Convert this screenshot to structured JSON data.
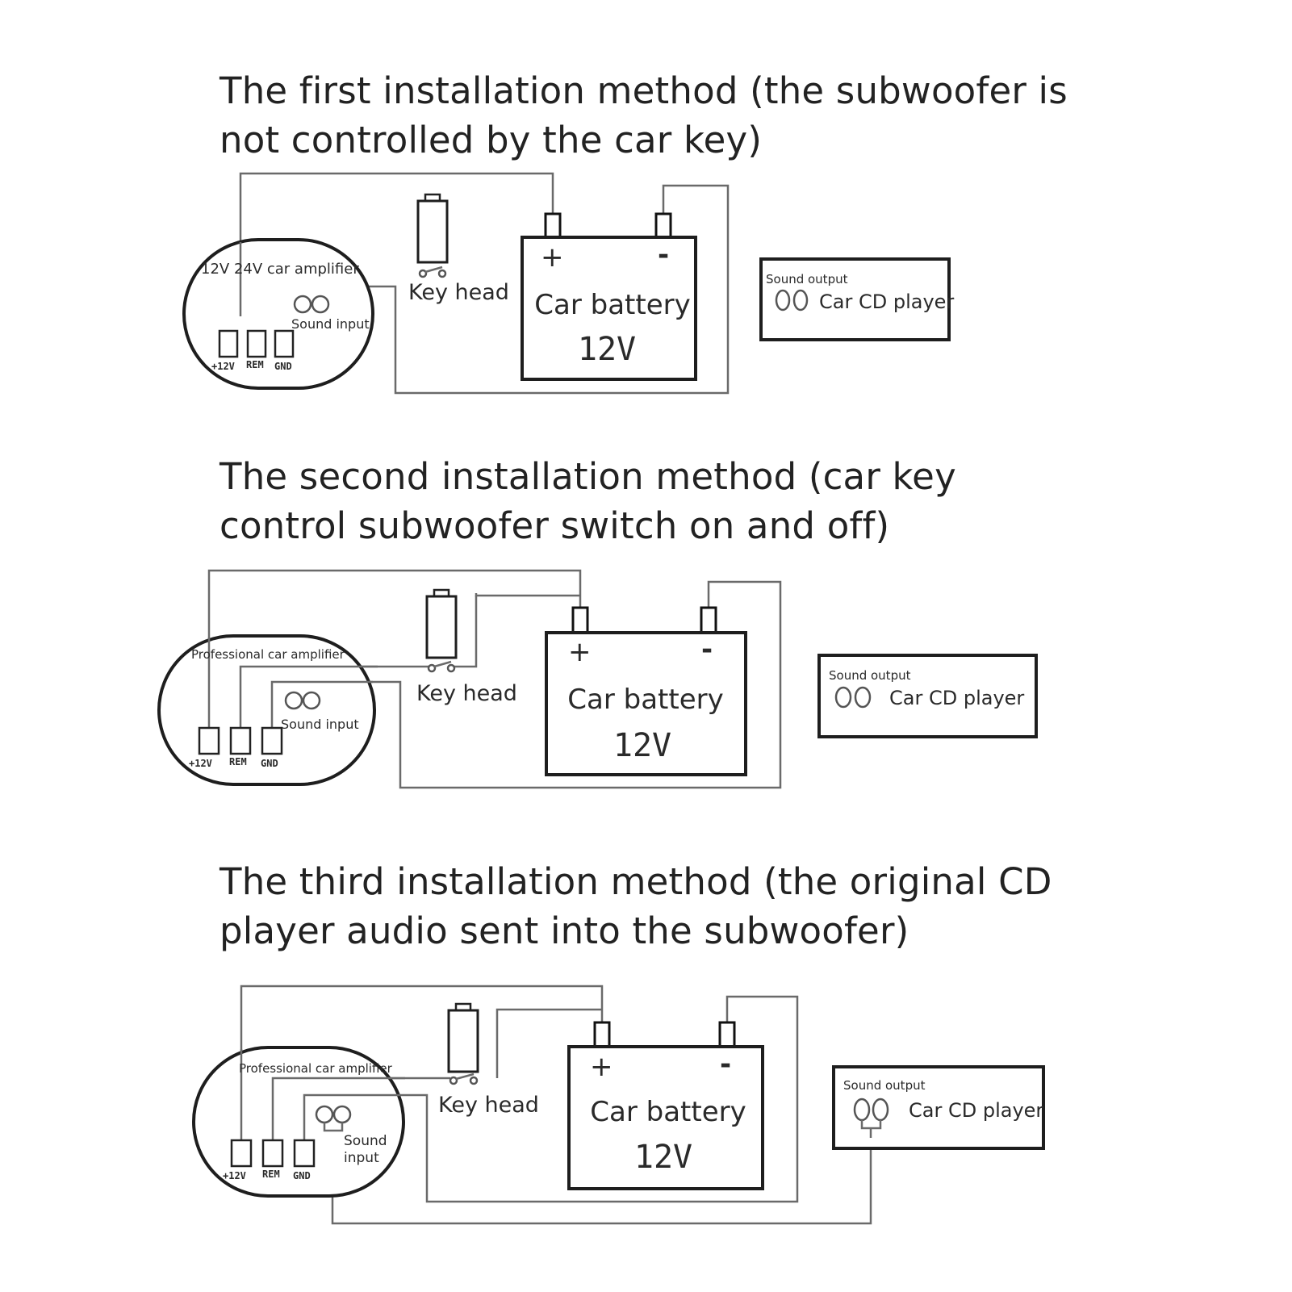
{
  "methods": [
    {
      "title_line1": "The first installation method (the subwoofer is",
      "title_line2": "not controlled by the car key)",
      "amplifier_label": "12V 24V car amplifier",
      "sound_input_label": "Sound input",
      "key_head_label": "Key head",
      "battery_label": "Car battery",
      "battery_voltage": "12V",
      "plus_sign": "+",
      "minus_sign": "-",
      "cd_sound_output_label": "Sound output",
      "cd_player_label": "Car CD player",
      "terminals": [
        "+12V",
        "REM",
        "GND"
      ]
    },
    {
      "title_line1": "The second installation method (car key",
      "title_line2": "control subwoofer switch on and off)",
      "amplifier_label": "Professional car amplifier",
      "sound_input_label": "Sound input",
      "key_head_label": "Key head",
      "battery_label": "Car battery",
      "battery_voltage": "12V",
      "plus_sign": "+",
      "minus_sign": "-",
      "cd_sound_output_label": "Sound output",
      "cd_player_label": "Car CD player",
      "terminals": [
        "+12V",
        "REM",
        "GND"
      ]
    },
    {
      "title_line1": "The third installation method (the original CD",
      "title_line2": "player audio sent into the subwoofer)",
      "amplifier_label": "Professional car amplifier",
      "sound_input_label_line1": "Sound",
      "sound_input_label_line2": "input",
      "key_head_label": "Key head",
      "battery_label": "Car battery",
      "battery_voltage": "12V",
      "plus_sign": "+",
      "minus_sign": "-",
      "cd_sound_output_label": "Sound output",
      "cd_player_label": "Car CD player",
      "terminals": [
        "+12V",
        "REM",
        "GND"
      ]
    }
  ]
}
